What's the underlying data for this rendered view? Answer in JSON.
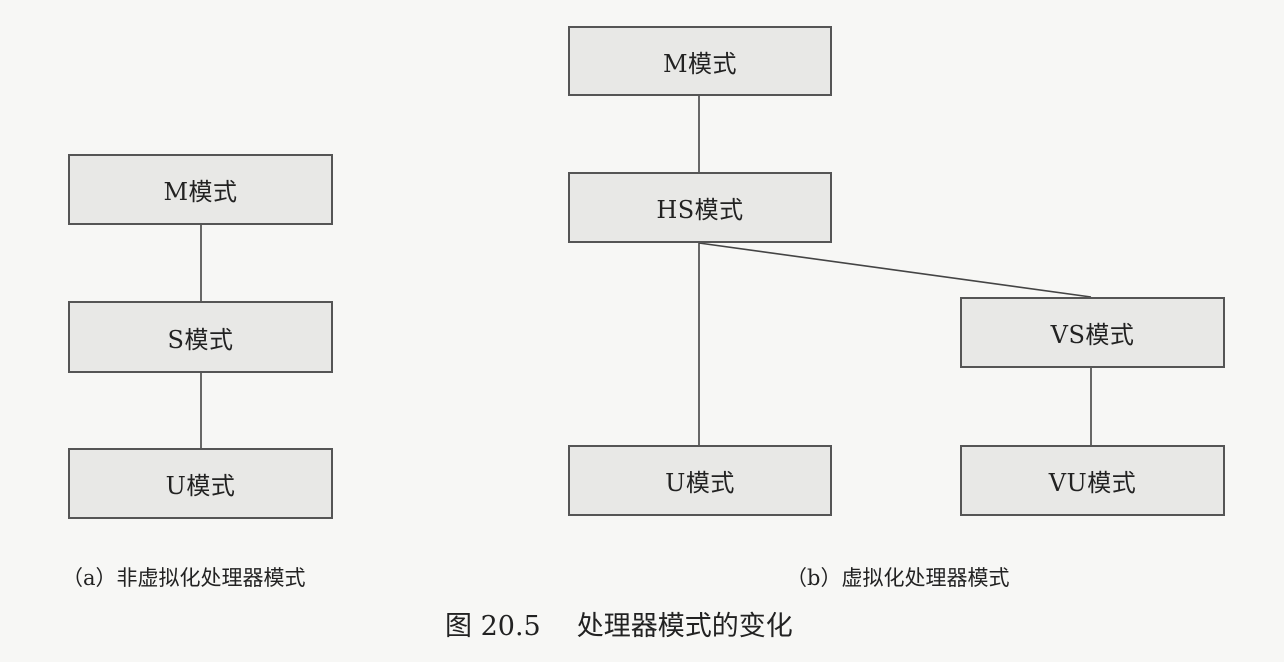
{
  "diagram_a": {
    "boxes": {
      "m": "M模式",
      "s": "S模式",
      "u": "U模式"
    },
    "caption": "（a）非虚拟化处理器模式"
  },
  "diagram_b": {
    "boxes": {
      "m": "M模式",
      "hs": "HS模式",
      "vs": "VS模式",
      "u": "U模式",
      "vu": "VU模式"
    },
    "caption": "（b）虚拟化处理器模式"
  },
  "figure": {
    "number": "图 20.5",
    "title": "处理器模式的变化"
  }
}
